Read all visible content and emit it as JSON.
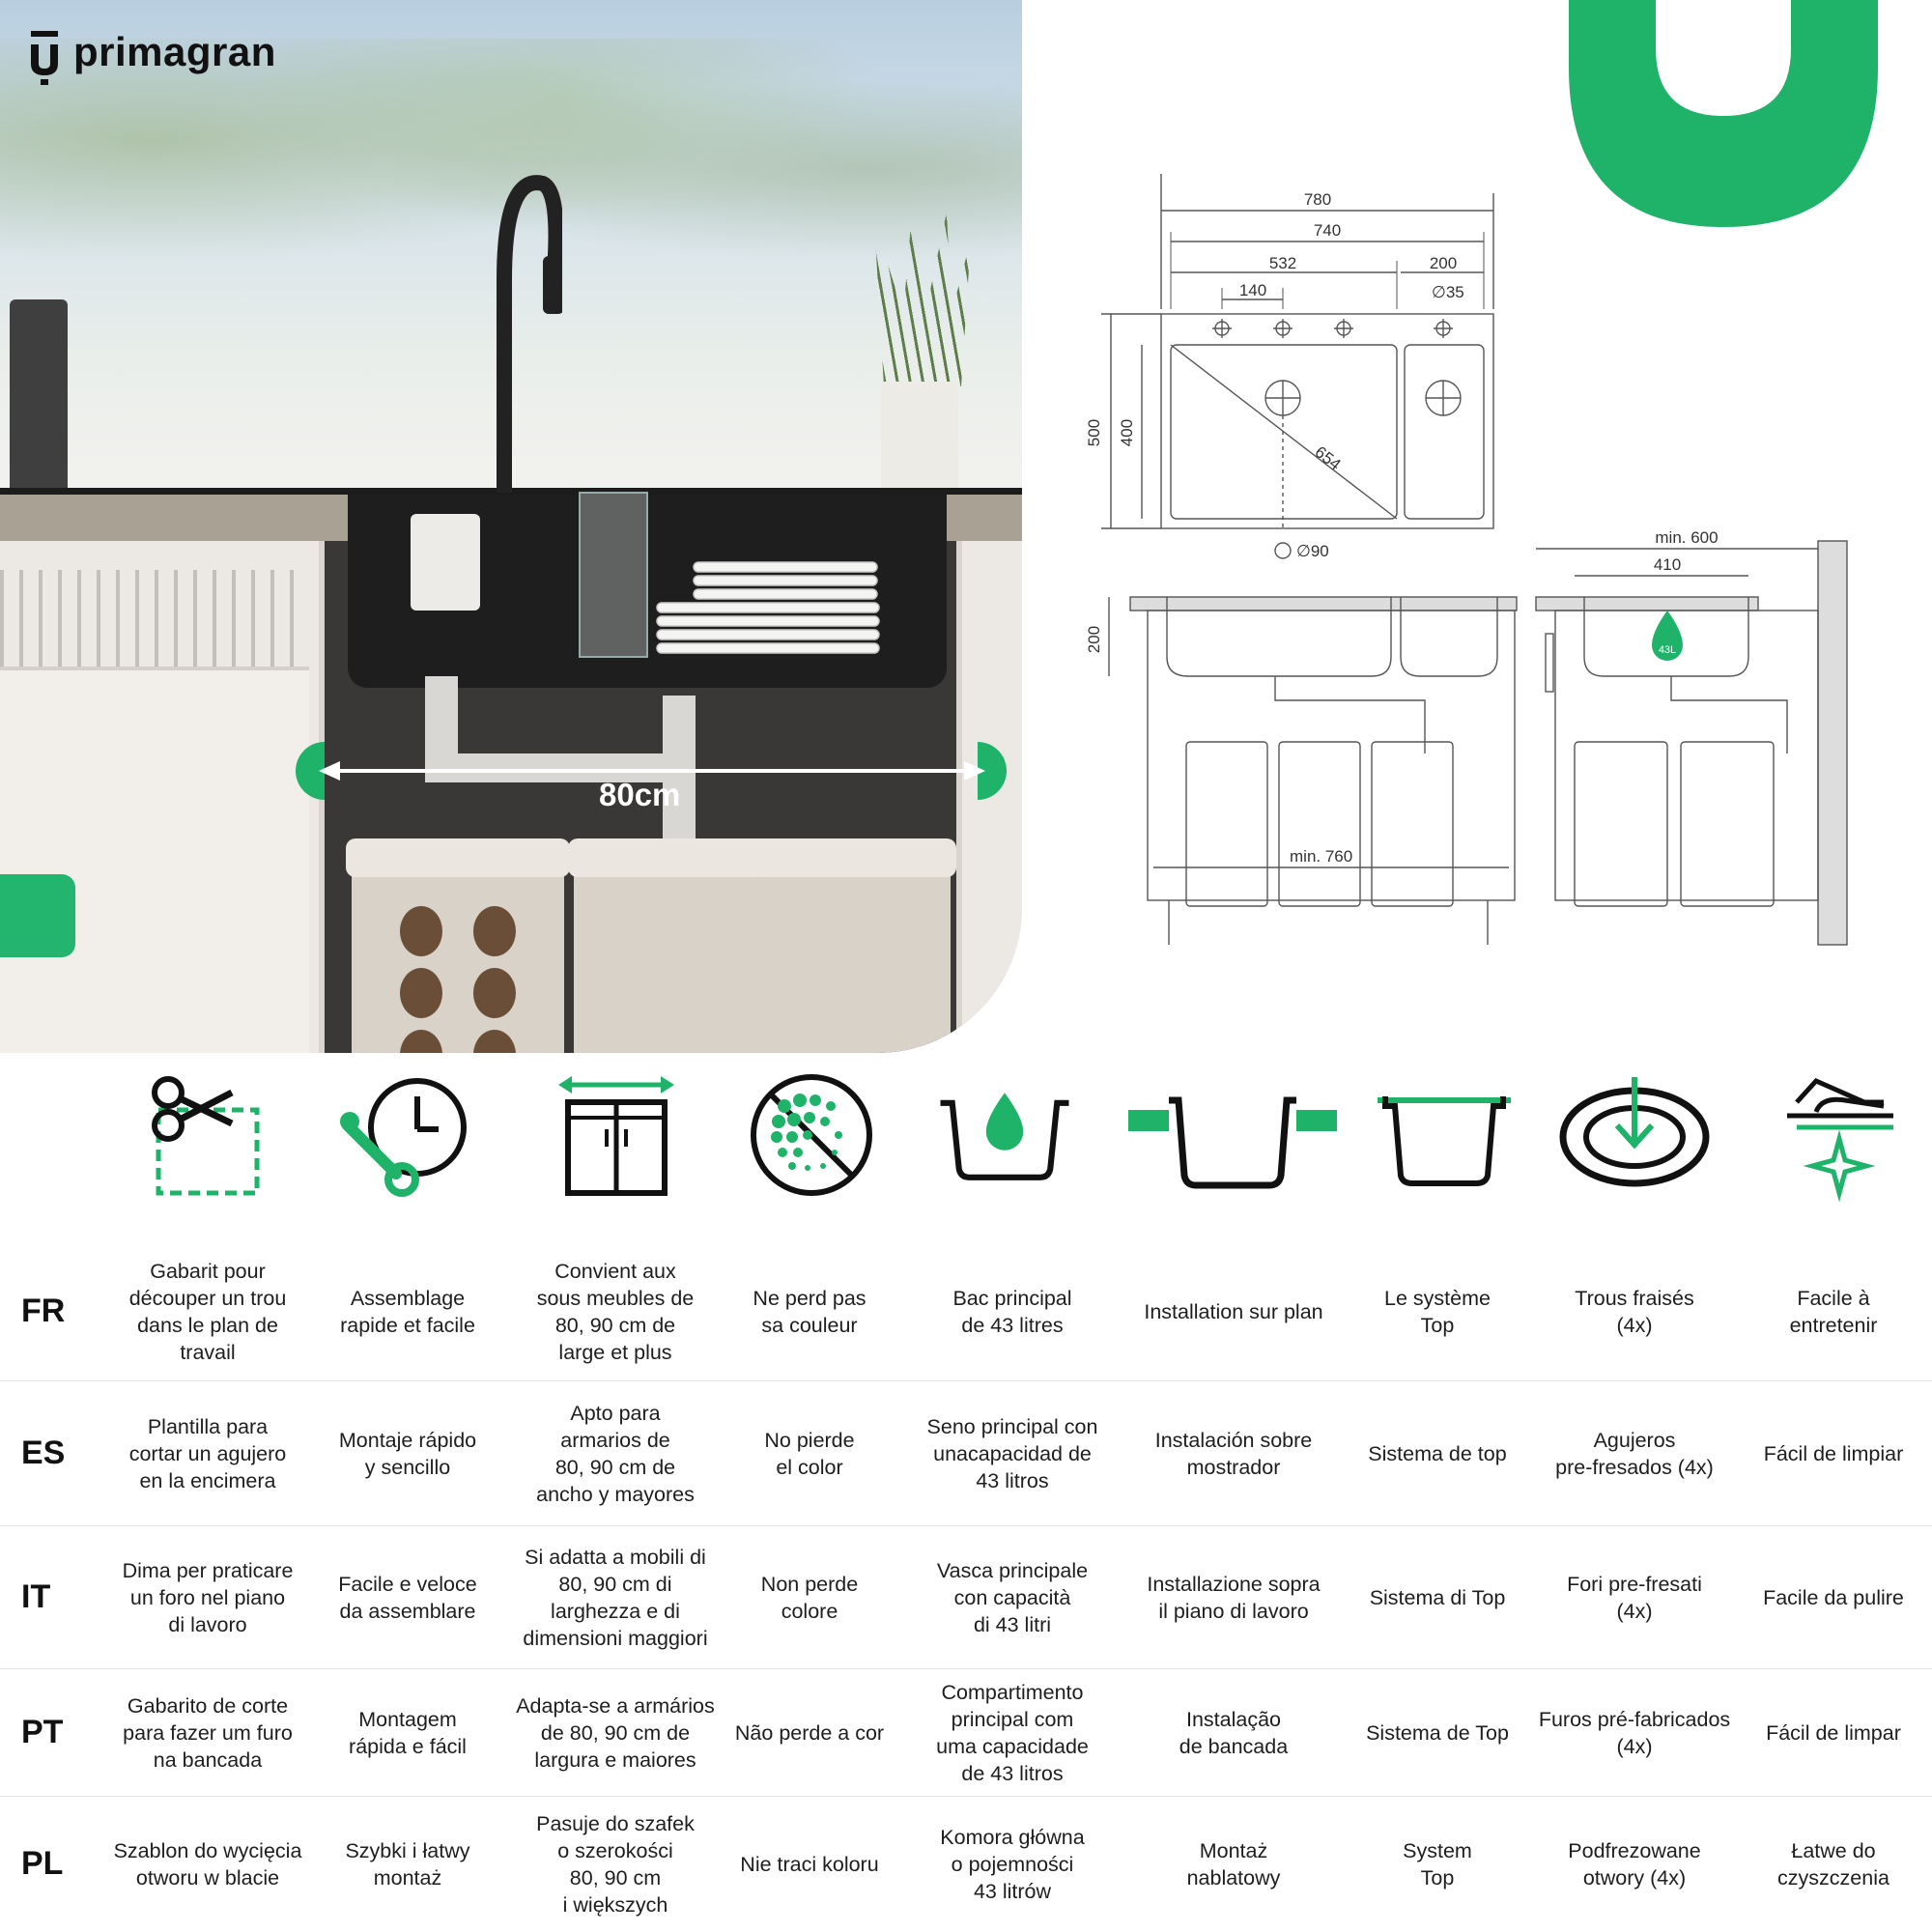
{
  "brand": {
    "name": "primagran",
    "accent": "#1fb36a"
  },
  "photo": {
    "width_label": "80cm"
  },
  "drawing": {
    "top_dims": [
      "780",
      "740",
      "532",
      "200",
      "140"
    ],
    "hole_small": "35",
    "side_dims": [
      "500",
      "400"
    ],
    "diagonal": "654",
    "drain": "90",
    "front_height": "200",
    "front_min_width": "min. 760",
    "side_min": "min. 600",
    "side_width": "410",
    "capacity_badge": "43L"
  },
  "icons": [
    "scissors-template-icon",
    "wrench-clock-icon",
    "cabinet-width-icon",
    "no-color-loss-icon",
    "water-bowl-icon",
    "countertop-install-icon",
    "top-system-icon",
    "drilled-holes-icon",
    "easy-clean-icon"
  ],
  "rows": [
    {
      "lang": "FR",
      "cells": [
        "Gabarit pour\ndécouper un trou\ndans le plan de\ntravail",
        "Assemblage\nrapide et facile",
        "Convient aux\nsous  meubles de\n80, 90 cm  de\nlarge et plus",
        "Ne perd pas\nsa couleur",
        "Bac principal\nde 43 litres",
        "Installation sur plan",
        "Le système\nTop",
        "Trous fraisés\n(4x)",
        "Facile à\nentretenir"
      ]
    },
    {
      "lang": "ES",
      "cells": [
        "Plantilla para\ncortar un agujero\nen la encimera",
        "Montaje rápido\ny sencillo",
        "Apto para\narmarios  de\n80, 90 cm  de\nancho y mayores",
        "No pierde\nel color",
        "Seno principal con\nunacapacidad de\n43 litros",
        "Instalación sobre\nmostrador",
        "Sistema de top",
        "Agujeros\npre-fresados (4x)",
        "Fácil de limpiar"
      ]
    },
    {
      "lang": "IT",
      "cells": [
        "Dima per praticare\nun foro nel piano\ndi lavoro",
        "Facile e veloce\nda assemblare",
        "Si adatta a mobili di\n80, 90 cm di\nlarghezza e di\ndimensioni maggiori",
        "Non perde\ncolore",
        "Vasca principale\ncon capacità\ndi 43 litri",
        "Installazione sopra\nil piano di lavoro",
        "Sistema di Top",
        "Fori pre-fresati\n(4x)",
        "Facile da pulire"
      ]
    },
    {
      "lang": "PT",
      "cells": [
        "Gabarito de corte\npara fazer um furo\nna bancada",
        "Montagem\nrápida e fácil",
        "Adapta-se a armários\nde 80, 90 cm de\nlargura e maiores",
        "Não perde a cor",
        "Compartimento\nprincipal com\numa capacidade\nde 43 litros",
        "Instalação\nde bancada",
        "Sistema de Top",
        "Furos pré-fabricados\n(4x)",
        "Fácil de limpar"
      ]
    },
    {
      "lang": "PL",
      "cells": [
        "Szablon do wycięcia\notworu w blacie",
        "Szybki i łatwy\nmontaż",
        "Pasuje do szafek\no szerokości\n80, 90 cm\ni większych",
        "Nie traci koloru",
        "Komora główna\no pojemności\n43 litrów",
        "Montaż\nnablatowy",
        "System\nTop",
        "Podfrezowane\notwory (4x)",
        "Łatwe do\nczyszczenia"
      ]
    }
  ]
}
